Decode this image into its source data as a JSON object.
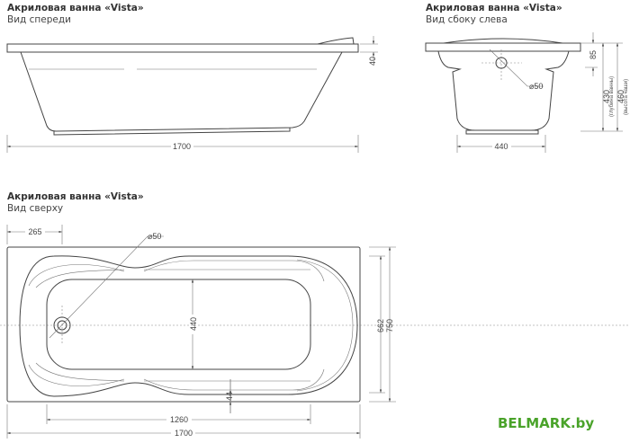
{
  "front_view": {
    "title": "Акриловая ванна «Vista»",
    "subtitle": "Вид спереди",
    "dim_rim": "40",
    "dim_length": "1700"
  },
  "side_view": {
    "title": "Акриловая ванна «Vista»",
    "subtitle": "Вид сбоку слева",
    "dim_drain": "⌀50",
    "dim_rim": "85",
    "dim_depth": "430",
    "dim_depth_note": "(глубина ванны)",
    "dim_height": "460",
    "dim_height_note": "(высота чаши)",
    "dim_bottom_width": "440"
  },
  "top_view": {
    "title": "Акриловая ванна «Vista»",
    "subtitle": "Вид сверху",
    "dim_drain_offset": "265",
    "dim_drain": "⌀50",
    "dim_inner_width": "440",
    "dim_edge": "44",
    "dim_inner_length": "1260",
    "dim_length": "1700",
    "dim_bowl_width": "662",
    "dim_width": "750"
  },
  "logo": {
    "text": "BELMARK.by",
    "color": "#4aa32a"
  }
}
